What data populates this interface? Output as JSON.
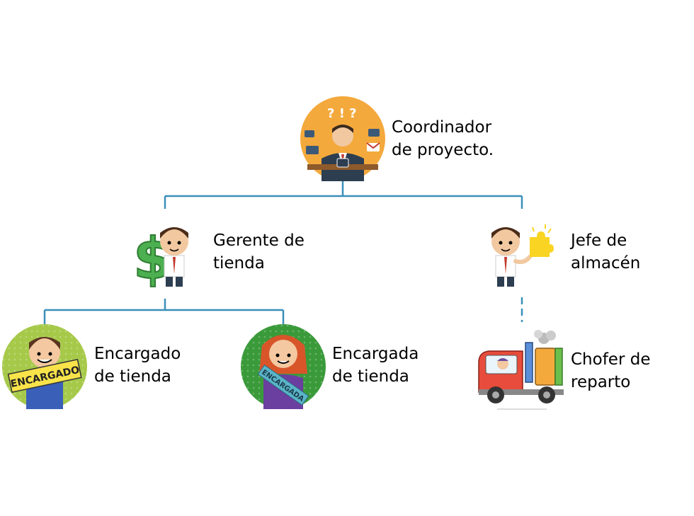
{
  "nodes": {
    "coordinator": {
      "line1": "Coordinador",
      "line2": "de proyecto."
    },
    "store_manager": {
      "line1": "Gerente de",
      "line2": "tienda"
    },
    "warehouse_chief": {
      "line1": "Jefe de",
      "line2": "almacén"
    },
    "store_clerk_male": {
      "line1": "Encargado",
      "line2": "de tienda"
    },
    "store_clerk_female": {
      "line1": "Encargada",
      "line2": "de tienda"
    },
    "delivery_driver": {
      "line1": "Chofer de",
      "line2": "reparto"
    }
  },
  "icons": {
    "coordinator": "busy-manager-icon",
    "store_manager": "businessman-dollar-icon",
    "warehouse_chief": "businessman-puzzle-icon",
    "store_clerk_male": "boy-encargado-sign-icon",
    "store_clerk_female": "girl-encargada-sash-icon",
    "delivery_driver": "delivery-truck-icon"
  },
  "badges": {
    "male_sign": "ENCARGADO",
    "female_sash": "ENCARGADA"
  },
  "colors": {
    "connector": "#3a8fb8",
    "orange": "#f4a93c",
    "green": "#3a9a3a",
    "lime": "#a6c94a"
  }
}
